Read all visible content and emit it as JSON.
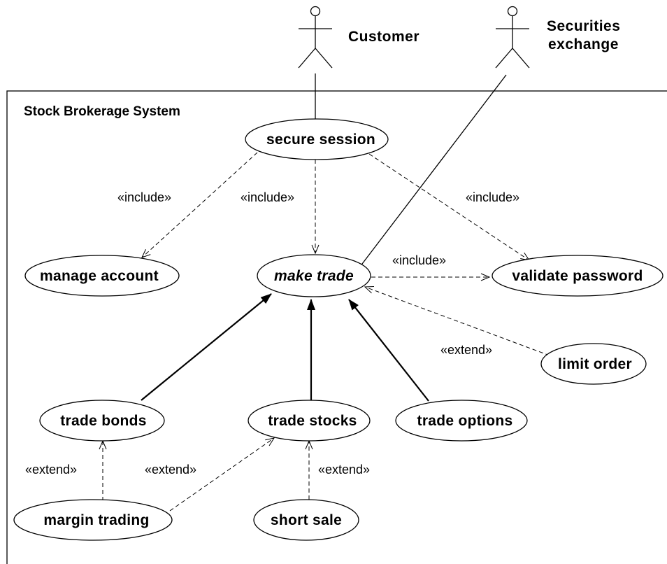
{
  "system": {
    "name": "Stock Brokerage System"
  },
  "actors": {
    "customer": {
      "line1": "Customer"
    },
    "exchange": {
      "line1": "Securities",
      "line2": "exchange"
    }
  },
  "use_cases": {
    "secure_session": "secure session",
    "manage_account": "manage account",
    "make_trade": "make trade",
    "validate_password": "validate password",
    "limit_order": "limit order",
    "trade_bonds": "trade bonds",
    "trade_stocks": "trade stocks",
    "trade_options": "trade options",
    "margin_trading": "margin trading",
    "short_sale": "short sale"
  },
  "relationships": {
    "include_manage": "«include»",
    "include_make": "«include»",
    "include_validate_from_session": "«include»",
    "include_validate_from_trade": "«include»",
    "extend_limit": "«extend»",
    "extend_margin_bonds": "«extend»",
    "extend_margin_stocks": "«extend»",
    "extend_short": "«extend»"
  }
}
